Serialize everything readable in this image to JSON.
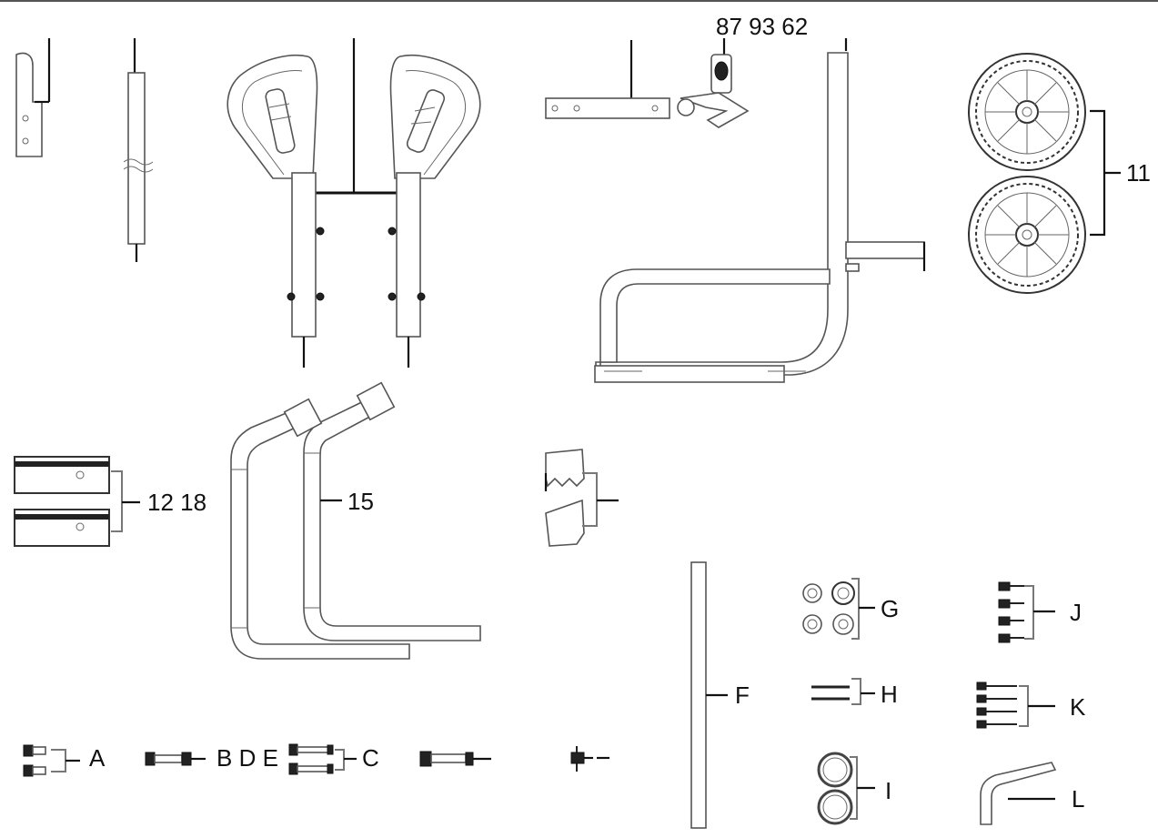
{
  "labels": {
    "hitch_codes": "87 93 62",
    "wheels": "11",
    "pads": "12 18",
    "arm": "15",
    "bolt_a": "A",
    "bolt_bde": "B D E",
    "bolt_c": "C",
    "rod": "F",
    "washers": "G",
    "pins": "H",
    "rings": "I",
    "screws_j": "J",
    "screws_k": "K",
    "allen_key": "L"
  },
  "colors": {
    "line": "#111111",
    "part_outline": "#555555",
    "background": "#ffffff"
  }
}
